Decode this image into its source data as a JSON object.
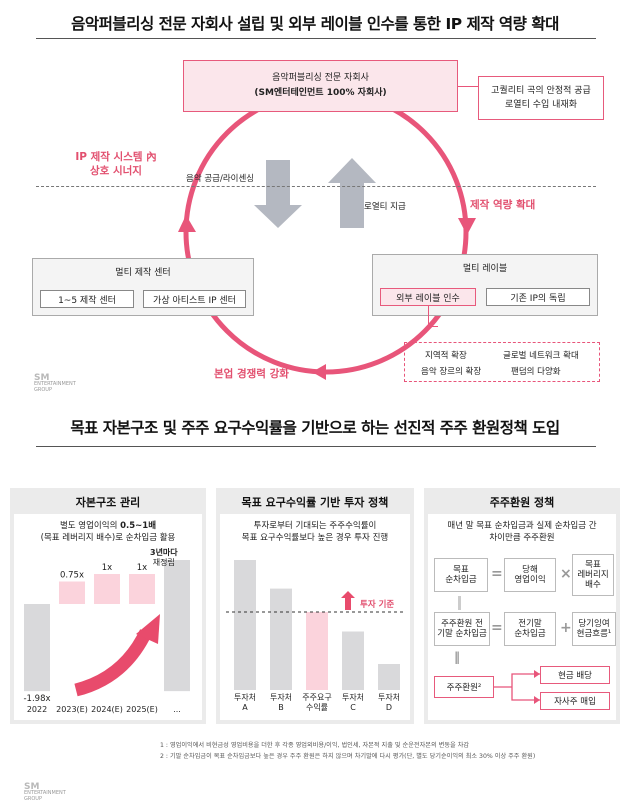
{
  "section1": {
    "title": "음악퍼블리싱 전문 자회사 설립 및 외부 레이블 인수를 통한 IP 제작 역량 확대",
    "publisher_box": {
      "line1": "음악퍼블리싱 전문 자회사",
      "line2": "(SM엔터테인먼트 100% 자회사)"
    },
    "quality_note": {
      "line1": "고퀄리티 곡의 안정적 공급",
      "line2": "로열티 수입 내재화"
    },
    "ip_synergy": {
      "line1": "IP 제작 시스템 內",
      "line2": "상호 시너지"
    },
    "music_supply": "음악 공급/라이센싱",
    "royalty": "로열티 지급",
    "capacity_expand": "제작 역량 확대",
    "multi_center": {
      "title": "멀티 제작 센터",
      "items": [
        "1~5 제작 센터",
        "가상 아티스트 IP 센터"
      ]
    },
    "multi_label": {
      "title": "멀티 레이블",
      "items": [
        "외부 레이블 인수",
        "기존 IP의 독립"
      ]
    },
    "benefits": [
      [
        "지역적 확장",
        "글로벌 네트워크 확대"
      ],
      [
        "음악 장르의 확장",
        "팬덤의 다양화"
      ]
    ],
    "competitiveness": "본업 경쟁력 강화"
  },
  "section2": {
    "title": "목표 자본구조 및 주주 요구수익률을 기반으로 하는 선진적 주주 환원정책 도입"
  },
  "panel1": {
    "title": "자본구조 관리",
    "desc_line1_prefix": "별도 영업이익의 ",
    "desc_line1_bold": "0.5~1배",
    "desc_line2": "(목표 레버리지 배수)로 순차입금 활용",
    "every3": {
      "line1": "3년마다",
      "line2": "재정립"
    },
    "chart_data": {
      "type": "bar",
      "categories": [
        "2022",
        "2023(E)",
        "2024(E)",
        "2025(E)",
        "..."
      ],
      "value_labels": [
        "-1.98x",
        "0.75x",
        "1x",
        "1x",
        ""
      ],
      "values": [
        -1.98,
        0.75,
        1.0,
        1.0,
        null
      ],
      "colors": {
        "actual": "#d9d9db",
        "estimate": "#fbd3dc",
        "accent": "#e84b6c"
      }
    }
  },
  "panel2": {
    "title": "목표 요구수익률 기반 투자 정책",
    "desc_line1": "투자로부터 기대되는 주주수익률이",
    "desc_line2": "목표 요구수익률보다 높은 경우 투자 진행",
    "threshold_label": "투자 기준",
    "chart_data": {
      "type": "bar",
      "categories": [
        [
          "투자처",
          "A"
        ],
        [
          "투자처",
          "B"
        ],
        [
          "주주요구",
          "수익률"
        ],
        [
          "투자처",
          "C"
        ],
        [
          "투자처",
          "D"
        ]
      ],
      "relative_heights": [
        1.0,
        0.78,
        0.6,
        0.45,
        0.2
      ],
      "highlight_index": 2
    }
  },
  "panel3": {
    "title": "주주환원 정책",
    "desc_line1": "매년 말 목표 순차입금과 실제 순차입금 간",
    "desc_line2": "차이만큼 주주환원",
    "row1": [
      [
        "목표",
        "순차입금"
      ],
      [
        "당해",
        "영업이익"
      ],
      [
        "목표",
        "레버리지",
        "배수"
      ]
    ],
    "row2": [
      [
        "주주환원 전",
        "기말 순차입금"
      ],
      [
        "전기말",
        "순차입금"
      ],
      [
        "당기잉여",
        "현금흐름¹"
      ]
    ],
    "payout_label": "주주환원²",
    "payout_options": [
      "현금 배당",
      "자사주 매입"
    ]
  },
  "footnotes": [
    "1 : 영업이익에서 비현금성 영업비용을 더한 후 각종 영업외비용/이익, 법인세, 자본적 지출 및 순운전자본의 변동을 차감",
    "2 : 기말 순차입금이 목표 순차입금보다 높은 경우 주주 환원은 하지 않으며 차기말에 다시 평가(단, 별도 당기순이익의 최소 30% 이상 주주 환원)"
  ],
  "logo": {
    "line1": "SM",
    "line2": "ENTERTAINMENT",
    "line3": "GROUP"
  },
  "colors": {
    "accent": "#e84b6c",
    "pink_light": "#fbd3dc",
    "gray_bar": "#d9d9db",
    "panel_bg": "#ebebeb"
  }
}
